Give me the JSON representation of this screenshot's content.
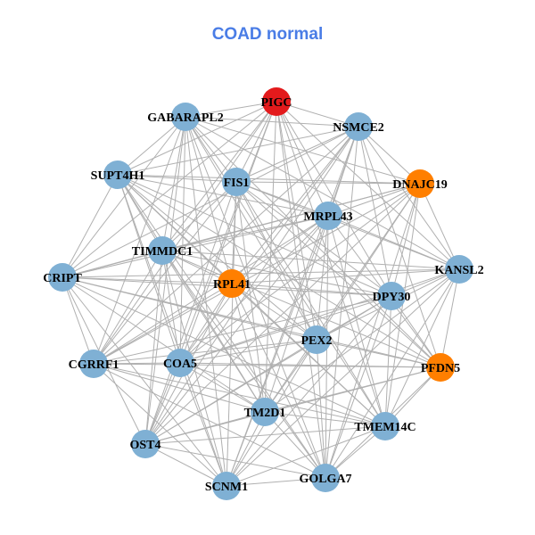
{
  "title": "COAD normal",
  "colors": {
    "title": "#4a7de6",
    "default": "#7fb0d4",
    "hub": "#e31a1c",
    "highlight": "#ff7f00",
    "edge": "#b0b0b0"
  },
  "nodes": [
    {
      "id": "PIGC",
      "label": "PIGC",
      "group": "hub"
    },
    {
      "id": "GABARAPL2",
      "label": "GABARAPL2",
      "group": "default"
    },
    {
      "id": "NSMCE2",
      "label": "NSMCE2",
      "group": "default"
    },
    {
      "id": "SUPT4H1",
      "label": "SUPT4H1",
      "group": "default"
    },
    {
      "id": "FIS1",
      "label": "FIS1",
      "group": "default"
    },
    {
      "id": "DNAJC19",
      "label": "DNAJC19",
      "group": "highlight"
    },
    {
      "id": "MRPL43",
      "label": "MRPL43",
      "group": "default"
    },
    {
      "id": "TIMMDC1",
      "label": "TIMMDC1",
      "group": "default"
    },
    {
      "id": "KANSL2",
      "label": "KANSL2",
      "group": "default"
    },
    {
      "id": "CRIPT",
      "label": "CRIPT",
      "group": "default"
    },
    {
      "id": "RPL41",
      "label": "RPL41",
      "group": "highlight"
    },
    {
      "id": "DPY30",
      "label": "DPY30",
      "group": "default"
    },
    {
      "id": "PEX2",
      "label": "PEX2",
      "group": "default"
    },
    {
      "id": "CGRRF1",
      "label": "CGRRF1",
      "group": "default"
    },
    {
      "id": "COA5",
      "label": "COA5",
      "group": "default"
    },
    {
      "id": "PFDN5",
      "label": "PFDN5",
      "group": "highlight"
    },
    {
      "id": "TM2D1",
      "label": "TM2D1",
      "group": "default"
    },
    {
      "id": "TMEM14C",
      "label": "TMEM14C",
      "group": "default"
    },
    {
      "id": "OST4",
      "label": "OST4",
      "group": "default"
    },
    {
      "id": "GOLGA7",
      "label": "GOLGA7",
      "group": "default"
    },
    {
      "id": "SCNM1",
      "label": "SCNM1",
      "group": "default"
    }
  ]
}
